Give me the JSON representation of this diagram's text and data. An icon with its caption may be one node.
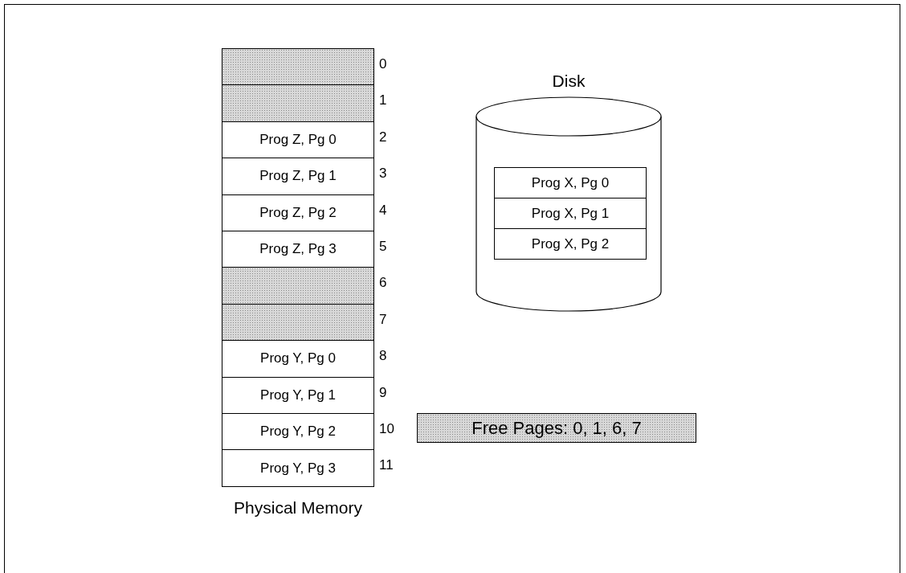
{
  "diagram": {
    "nodes": [
      {
        "text": [
          "Physical Memory"
        ]
      },
      {
        "text": [],
        "shape": "box",
        "in": 0,
        "beside": [
          "0"
        ]
      },
      {
        "text": [],
        "shape": "box",
        "in": 0,
        "beside": [
          "1"
        ]
      },
      {
        "text": [
          "Prog Z, Pg 0"
        ],
        "in": 0,
        "beside": [
          "2"
        ]
      },
      {
        "text": [
          "Prog Z, Pg 1"
        ],
        "in": 0,
        "beside": [
          "3"
        ]
      },
      {
        "text": [
          "Prog Z, Pg 2"
        ],
        "in": 0,
        "beside": [
          "4"
        ]
      },
      {
        "text": [
          "Prog Z, Pg 3"
        ],
        "in": 0,
        "beside": [
          "5"
        ]
      },
      {
        "text": [],
        "shape": "box",
        "in": 0,
        "beside": [
          "6"
        ]
      },
      {
        "text": [],
        "shape": "box",
        "in": 0,
        "beside": [
          "7"
        ]
      },
      {
        "text": [
          "Prog Y, Pg 0"
        ],
        "in": 0,
        "beside": [
          "8"
        ]
      },
      {
        "text": [
          "Prog Y, Pg 1"
        ],
        "in": 0,
        "beside": [
          "9"
        ]
      },
      {
        "text": [
          "Prog Y, Pg 2"
        ],
        "in": 0,
        "beside": [
          "10"
        ]
      },
      {
        "text": [
          "Prog Y, Pg 3"
        ],
        "in": 0,
        "beside": [
          "11"
        ]
      },
      {
        "text": [
          "Disk"
        ]
      },
      {
        "text": [
          "Prog X, Pg 0"
        ],
        "in": 13
      },
      {
        "text": [
          "Prog X, Pg 1"
        ],
        "in": 13
      },
      {
        "text": [
          "Prog X, Pg 2"
        ],
        "in": 13
      },
      {
        "text": [
          "Free Pages: 0, 1, 6, 7"
        ]
      }
    ]
  }
}
